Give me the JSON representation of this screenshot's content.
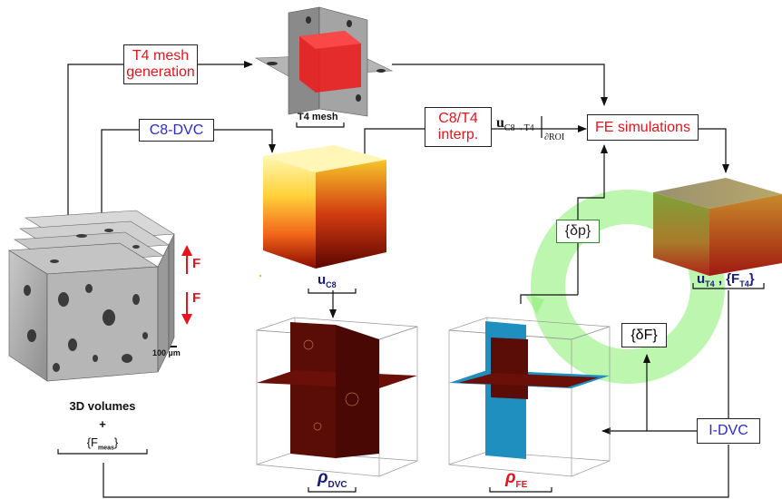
{
  "boxes": {
    "t4_mesh_generation": "T4 mesh\ngeneration",
    "c8_dvc": "C8-DVC",
    "c8_t4_interp": "C8/T4\ninterp.",
    "fe_simulations": "FE simulations",
    "delta_p": "{δp}",
    "delta_f": "{δF}",
    "i_dvc": "I-DVC"
  },
  "labels": {
    "t4_mesh": "T4 mesh",
    "u_c8_main": "u",
    "u_c8_sub": "C8",
    "u_c8_t4_main": "u",
    "u_c8_t4_sub": "C8→T4",
    "u_c8_t4_roi": "∂ROI",
    "u_t4": "u",
    "u_t4_sub": "T4",
    "f_t4": " , {F",
    "f_t4_sub": "T4",
    "f_t4_close": "}",
    "rho_dvc": "ρ",
    "rho_dvc_sub": "DVC",
    "rho_fe": "ρ",
    "rho_fe_sub": "FE",
    "scale_bar": "100 µm",
    "force_up": "F",
    "force_down": "F",
    "volumes_line1": "3D volumes",
    "volumes_line2": "+",
    "volumes_line3": "{F",
    "volumes_line3_sub": "meas",
    "volumes_line3_close": "}"
  },
  "colors": {
    "red_text": "#e8141b",
    "blue_text": "#2a2ad4",
    "green_loop": "#7dea6a",
    "fe_blue": "#1f8fbf",
    "dvc_dark": "#5a0c06"
  }
}
